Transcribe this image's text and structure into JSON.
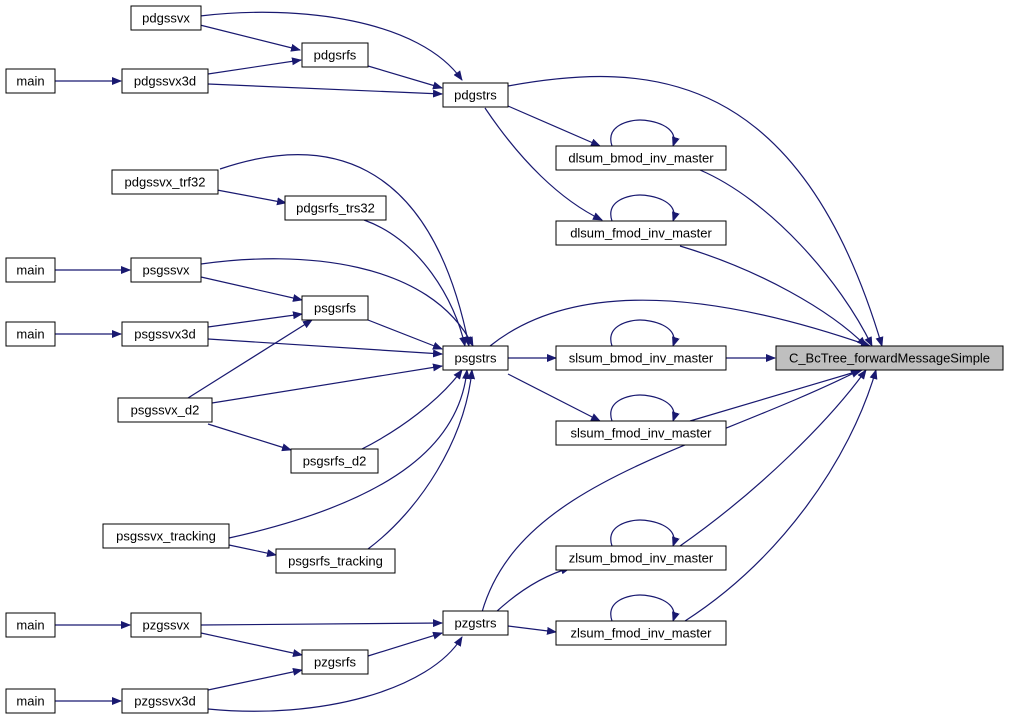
{
  "graph": {
    "edge_color": "#191970",
    "highlight_fill": "#bfbfbf",
    "nodes": {
      "pdgssvx": "pdgssvx",
      "main1": "main",
      "pdgssvx3d": "pdgssvx3d",
      "pdgsrfs": "pdgsrfs",
      "pdgstrs": "pdgstrs",
      "dlsum_bmod_inv_master": "dlsum_bmod_inv_master",
      "pdgssvx_trf32": "pdgssvx_trf32",
      "pdgsrfs_trs32": "pdgsrfs_trs32",
      "dlsum_fmod_inv_master": "dlsum_fmod_inv_master",
      "main2": "main",
      "psgssvx": "psgssvx",
      "psgsrfs": "psgsrfs",
      "main3": "main",
      "psgssvx3d": "psgssvx3d",
      "psgstrs": "psgstrs",
      "slsum_bmod_inv_master": "slsum_bmod_inv_master",
      "target": "C_BcTree_forwardMessageSimple",
      "psgssvx_d2": "psgssvx_d2",
      "slsum_fmod_inv_master": "slsum_fmod_inv_master",
      "psgsrfs_d2": "psgsrfs_d2",
      "psgssvx_tracking": "psgssvx_tracking",
      "psgsrfs_tracking": "psgsrfs_tracking",
      "zlsum_bmod_inv_master": "zlsum_bmod_inv_master",
      "main4": "main",
      "pzgssvx": "pzgssvx",
      "pzgstrs": "pzgstrs",
      "zlsum_fmod_inv_master": "zlsum_fmod_inv_master",
      "pzgsrfs": "pzgsrfs",
      "main5": "main",
      "pzgssvx3d": "pzgssvx3d"
    }
  }
}
